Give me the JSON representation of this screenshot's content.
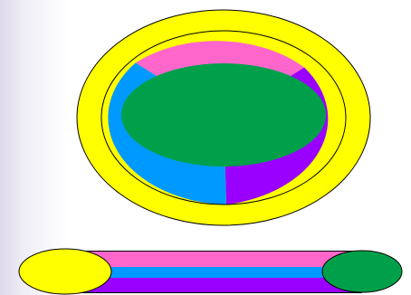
{
  "colors": {
    "outer_ring": "#ffff00",
    "top_segment": "#ff66cc",
    "left_segment": "#0099ff",
    "right_segment": "#9900ff",
    "center": "#00a04a",
    "outline": "#000000",
    "background": "#ffffff"
  },
  "diagram": {
    "ring_segments": [
      "outer_ring",
      "top_segment",
      "left_segment",
      "right_segment",
      "center"
    ],
    "cylinder_bands": [
      "top_segment",
      "left_segment",
      "right_segment"
    ],
    "cylinder_left_cap": "outer_ring",
    "cylinder_right_cap": "center"
  }
}
